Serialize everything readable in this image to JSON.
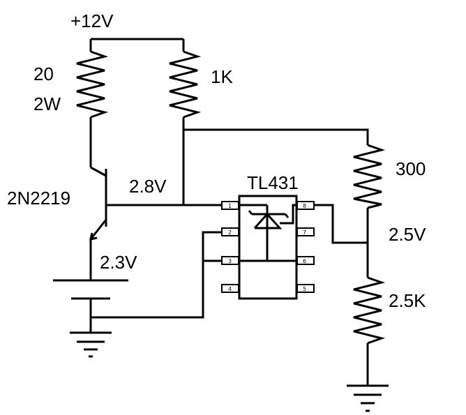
{
  "labels": {
    "supply": "+12V",
    "r_ballast_value": "20",
    "r_ballast_power": "2W",
    "r_top": "1K",
    "r_300": "300",
    "r_2k5": "2.5K",
    "transistor": "2N2219",
    "v_base": "2.8V",
    "v_emitter": "2.3V",
    "v_ref": "2.5V",
    "ic": "TL431"
  },
  "ic_pins": {
    "p1": "1",
    "p2": "2",
    "p3": "3",
    "p4": "4",
    "p5": "5",
    "p6": "6",
    "p7": "7",
    "p8": "8"
  }
}
